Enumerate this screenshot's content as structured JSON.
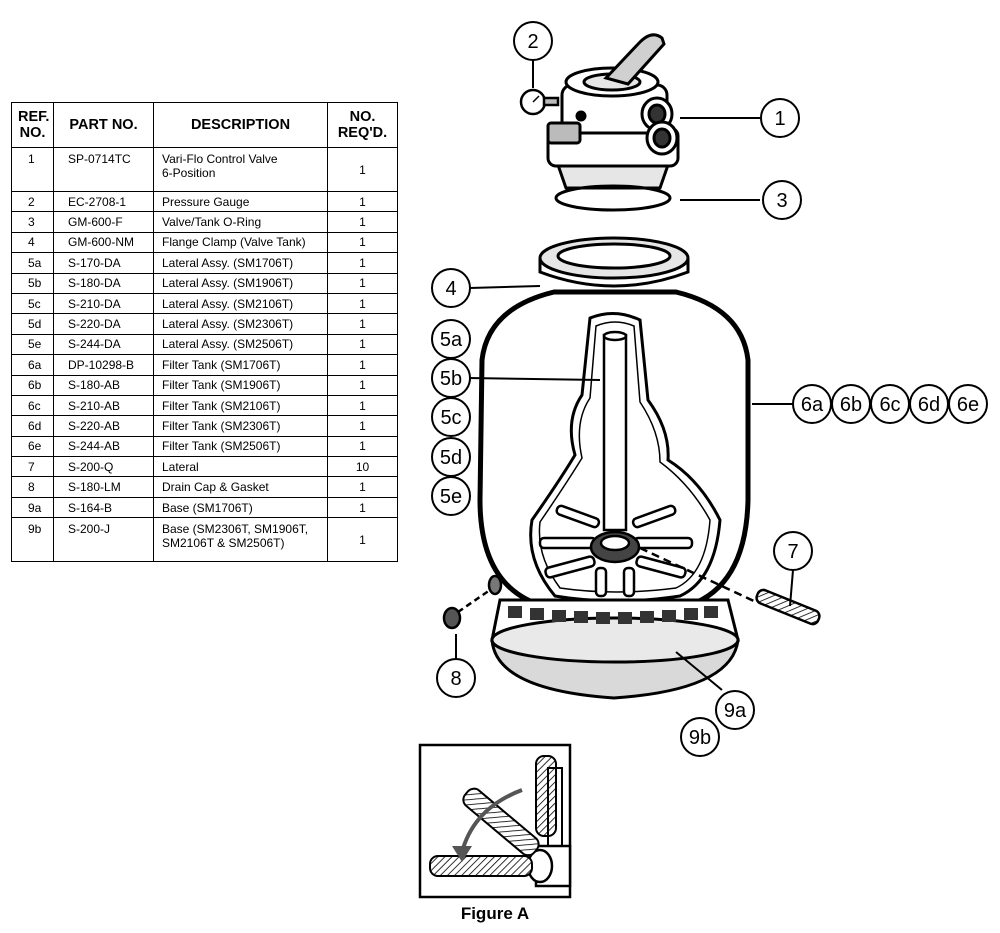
{
  "table": {
    "headers": [
      "REF.\nNO.",
      "PART NO.",
      "DESCRIPTION",
      "NO.\nREQ'D."
    ],
    "rows": [
      {
        "ref": "1",
        "part": "SP-0714TC",
        "desc": [
          "Vari-Flo Control Valve",
          "6-Position"
        ],
        "qty": "1",
        "tall": true
      },
      {
        "ref": "2",
        "part": "EC-2708-1",
        "desc": [
          "Pressure Gauge"
        ],
        "qty": "1"
      },
      {
        "ref": "3",
        "part": "GM-600-F",
        "desc": [
          "Valve/Tank O-Ring"
        ],
        "qty": "1"
      },
      {
        "ref": "4",
        "part": "GM-600-NM",
        "desc": [
          "Flange Clamp (Valve Tank)"
        ],
        "qty": "1"
      },
      {
        "ref": "5a",
        "part": "S-170-DA",
        "desc": [
          "Lateral Assy. (SM1706T)"
        ],
        "qty": "1"
      },
      {
        "ref": "5b",
        "part": "S-180-DA",
        "desc": [
          "Lateral Assy. (SM1906T)"
        ],
        "qty": "1"
      },
      {
        "ref": "5c",
        "part": "S-210-DA",
        "desc": [
          "Lateral Assy. (SM2106T)"
        ],
        "qty": "1"
      },
      {
        "ref": "5d",
        "part": "S-220-DA",
        "desc": [
          "Lateral Assy. (SM2306T)"
        ],
        "qty": "1"
      },
      {
        "ref": "5e",
        "part": "S-244-DA",
        "desc": [
          "Lateral Assy. (SM2506T)"
        ],
        "qty": "1"
      },
      {
        "ref": "6a",
        "part": "DP-10298-B",
        "desc": [
          "Filter Tank (SM1706T)"
        ],
        "qty": "1"
      },
      {
        "ref": "6b",
        "part": "S-180-AB",
        "desc": [
          "Filter Tank (SM1906T)"
        ],
        "qty": "1"
      },
      {
        "ref": "6c",
        "part": "S-210-AB",
        "desc": [
          "Filter Tank (SM2106T)"
        ],
        "qty": "1"
      },
      {
        "ref": "6d",
        "part": "S-220-AB",
        "desc": [
          "Filter Tank (SM2306T)"
        ],
        "qty": "1"
      },
      {
        "ref": "6e",
        "part": "S-244-AB",
        "desc": [
          "Filter Tank (SM2506T)"
        ],
        "qty": "1"
      },
      {
        "ref": "7",
        "part": "S-200-Q",
        "desc": [
          "Lateral"
        ],
        "qty": "10"
      },
      {
        "ref": "8",
        "part": "S-180-LM",
        "desc": [
          "Drain Cap & Gasket"
        ],
        "qty": "1"
      },
      {
        "ref": "9a",
        "part": "S-164-B",
        "desc": [
          "Base (SM1706T)"
        ],
        "qty": "1"
      },
      {
        "ref": "9b",
        "part": "S-200-J",
        "desc": [
          "Base (SM2306T, SM1906T,",
          "SM2106T & SM2506T)"
        ],
        "qty": "1",
        "tall": true
      }
    ]
  },
  "callouts": {
    "c1": "1",
    "c2": "2",
    "c3": "3",
    "c4": "4",
    "c5a": "5a",
    "c5b": "5b",
    "c5c": "5c",
    "c5d": "5d",
    "c5e": "5e",
    "c6a": "6a",
    "c6b": "6b",
    "c6c": "6c",
    "c6d": "6d",
    "c6e": "6e",
    "c7": "7",
    "c8": "8",
    "c9a": "9a",
    "c9b": "9b"
  },
  "figure": {
    "caption": "Figure A"
  },
  "colors": {
    "ink": "#000000",
    "paper": "#ffffff",
    "arrow": "#555555",
    "shade": "#d9d9d9"
  }
}
